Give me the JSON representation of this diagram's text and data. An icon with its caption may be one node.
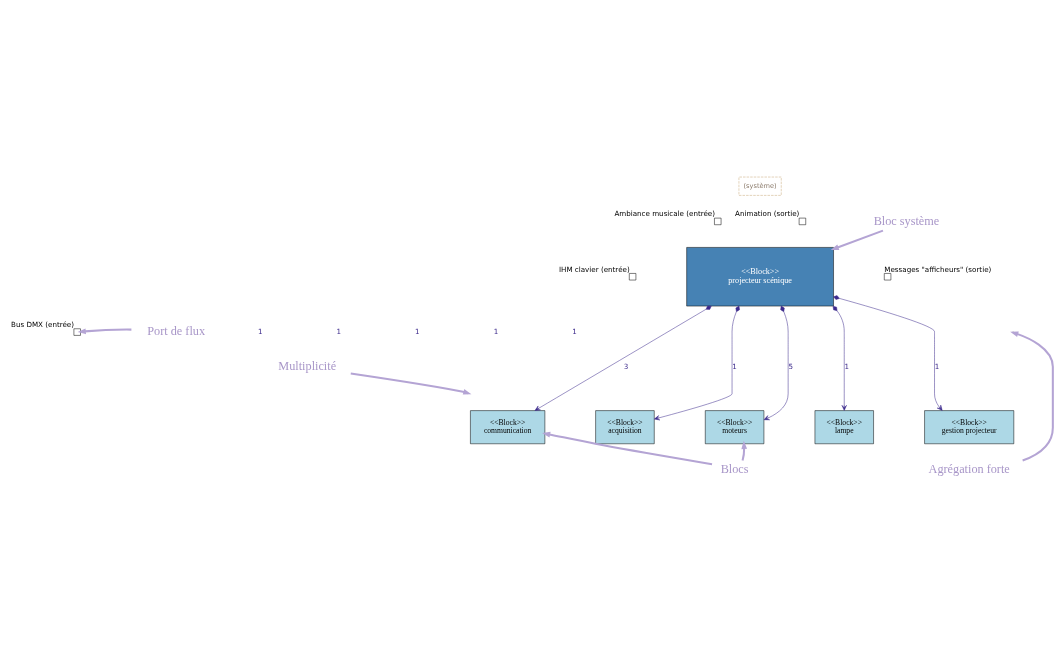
{
  "diagram": {
    "nodes": [
      {
        "text": [
          "<<Block>>",
          "projecteur scénique"
        ]
      },
      {
        "text": [],
        "shape": "box",
        "beside": [
          "Ambiance musicale (entrée)"
        ]
      },
      {
        "text": [],
        "shape": "box",
        "beside": [
          "IHM clavier (entrée)"
        ]
      },
      {
        "text": [],
        "shape": "box",
        "beside": [
          "Bus DMX (entrée)"
        ]
      },
      {
        "text": [],
        "shape": "box",
        "beside": [
          "Animation (sortie)"
        ]
      },
      {
        "text": [],
        "shape": "box",
        "beside": [
          "Messages \"afficheurs\" (sortie)"
        ]
      },
      {
        "text": [
          "(système)"
        ]
      },
      {
        "text": [
          "<<Block>>",
          "communication"
        ]
      },
      {
        "text": [
          "<<Block>>",
          "acquisition"
        ]
      },
      {
        "text": [
          "<<Block>>",
          "moteurs"
        ]
      },
      {
        "text": [
          "<<Block>>",
          "lampe"
        ]
      },
      {
        "text": [
          "<<Block>>",
          "gestion projecteur"
        ]
      },
      {
        "text": [
          "Bloc système"
        ]
      },
      {
        "text": [
          "Port de flux"
        ]
      },
      {
        "text": [
          "Multiplicité"
        ]
      },
      {
        "text": [
          "Blocs"
        ]
      },
      {
        "text": [
          "Agrégation forte"
        ]
      }
    ],
    "edges": [
      {
        "from": 0,
        "to": 7,
        "arrow": "to",
        "label": "3",
        "color": "#3c2a8c"
      },
      {
        "from": 0,
        "to": 8,
        "arrow": "to",
        "label": "1",
        "color": "#3c2a8c"
      },
      {
        "from": 0,
        "to": 9,
        "arrow": "to",
        "label": "5",
        "color": "#3c2a8c"
      },
      {
        "from": 0,
        "to": 10,
        "arrow": "to",
        "label": "1",
        "color": "#3c2a8c"
      },
      {
        "from": 0,
        "to": 11,
        "arrow": "to",
        "label": "1",
        "color": "#3c2a8c"
      },
      {
        "from": 12,
        "to": 0,
        "arrow": "to"
      },
      {
        "from": 13,
        "to": 3,
        "arrow": "to"
      },
      {
        "from": 14,
        "to": null,
        "arrow": "to"
      },
      {
        "from": 15,
        "to": 7,
        "arrow": "to"
      },
      {
        "from": 15,
        "to": 9,
        "arrow": "to"
      },
      {
        "from": 16,
        "to": null,
        "arrow": "to"
      }
    ],
    "labels": [
      "1",
      "1",
      "1",
      "1",
      "1"
    ]
  }
}
